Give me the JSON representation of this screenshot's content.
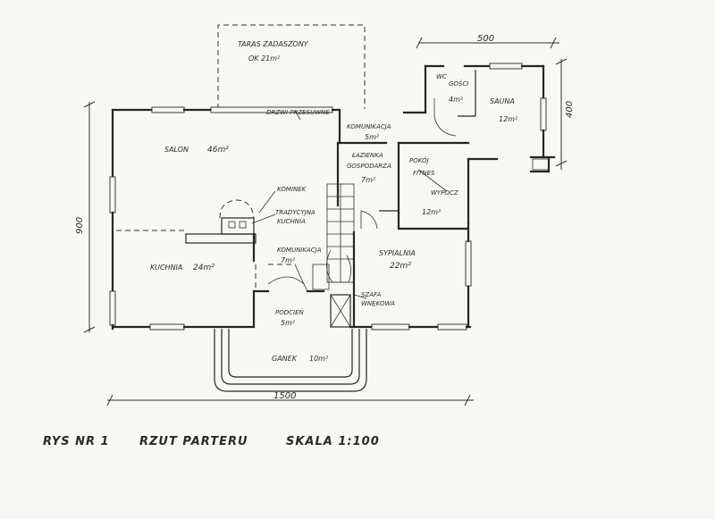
{
  "rooms": {
    "taras_name": "TARAS ZADASZONY",
    "taras_area": "OK 21m²",
    "drzwi": "DRZWI PRZESUWNE",
    "salon_name": "SALON",
    "salon_area": "46m²",
    "kominek": "KOMINEK",
    "tradycyjna_1": "TRADYCYJNA",
    "tradycyjna_2": "KUCHNIA",
    "kuchnia_name": "KUCHNIA",
    "kuchnia_area": "24m²",
    "komunikacja_top_name": "KOMUNIKACJA",
    "komunikacja_top_area": "5m²",
    "wc_name": "WC",
    "wc_sub": "GOŚCI",
    "wc_area": "4m²",
    "sauna_name": "SAUNA",
    "sauna_area": "12m²",
    "lazienka_1": "ŁAZIENKA",
    "lazienka_2": "GOSPODARZA",
    "lazienka_area": "7m²",
    "pokoj_1": "POKÓJ",
    "pokoj_2": "FITNES",
    "wypoczynek": "WYPOCZ",
    "pokoj_area": "12m²",
    "komunikacja_mid_name": "KOMUNIKACJA",
    "komunikacja_mid_area": "7m²",
    "sypialnia_name": "SYPIALNIA",
    "sypialnia_area": "22m²",
    "szafa_1": "SZAFA",
    "szafa_2": "WNĘKOWA",
    "podlsien_name": "PODCIEŃ",
    "podlsien_area": "5m²",
    "ganek_name": "GANEK",
    "ganek_area": "10m²"
  },
  "dimensions": {
    "top": "500",
    "right": "400",
    "left": "900",
    "bottom": "1500"
  },
  "caption": {
    "number": "RYS NR 1",
    "title": "RZUT PARTERU",
    "scale": "SKALA 1:100"
  }
}
